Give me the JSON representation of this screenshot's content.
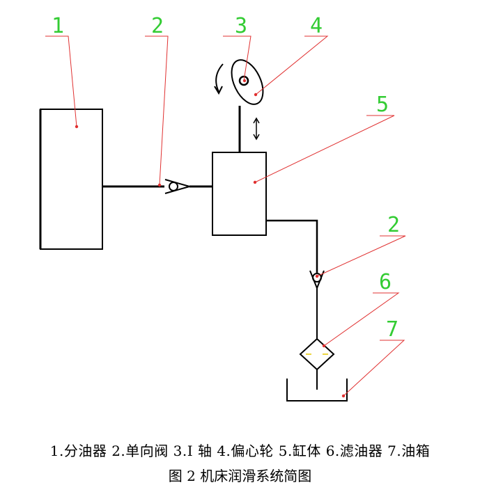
{
  "callouts": [
    {
      "id": "c1",
      "number": "1"
    },
    {
      "id": "c2a",
      "number": "2"
    },
    {
      "id": "c3",
      "number": "3"
    },
    {
      "id": "c4",
      "number": "4"
    },
    {
      "id": "c5",
      "number": "5"
    },
    {
      "id": "c2b",
      "number": "2"
    },
    {
      "id": "c6",
      "number": "6"
    },
    {
      "id": "c7",
      "number": "7"
    }
  ],
  "legend": "1.分油器 2.单向阀 3.I 轴 4.偏心轮 5.缸体 6.滤油器 7.油箱",
  "figure_title": "图 2  机床润滑系统简图",
  "colors": {
    "callout_number": "#33cc33",
    "leader_line": "#e03030",
    "component": "#000000",
    "filter_mark": "#e6c800"
  }
}
